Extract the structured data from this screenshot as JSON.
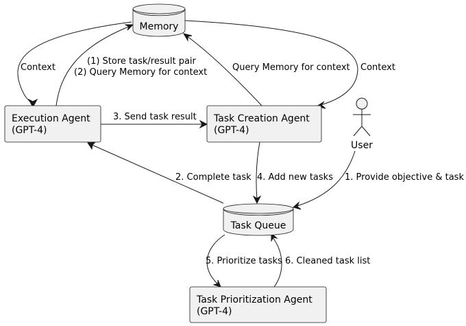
{
  "nodes": {
    "memory": {
      "label": "Memory"
    },
    "execution_agent": {
      "line1": "Execution Agent",
      "line2": "(GPT-4)"
    },
    "task_creation_agent": {
      "line1": "Task Creation Agent",
      "line2": "(GPT-4)"
    },
    "user": {
      "label": "User"
    },
    "task_queue": {
      "label": "Task Queue"
    },
    "task_prioritization_agent": {
      "line1": "Task Prioritization Agent",
      "line2": "(GPT-4)"
    }
  },
  "edges": {
    "memory_to_execution": "Context",
    "execution_to_memory_line1": "(1) Store task/result pair",
    "execution_to_memory_line2": "(2) Query Memory for context",
    "creation_to_memory": "Query Memory for context",
    "memory_to_creation": "Context",
    "execution_to_creation": "3. Send task result",
    "queue_to_execution": "2. Complete task",
    "creation_to_queue": "4. Add new tasks",
    "user_to_queue": "1. Provide objective & task",
    "queue_to_prioritization": "5. Prioritize tasks",
    "prioritization_to_queue": "6. Cleaned task list"
  }
}
